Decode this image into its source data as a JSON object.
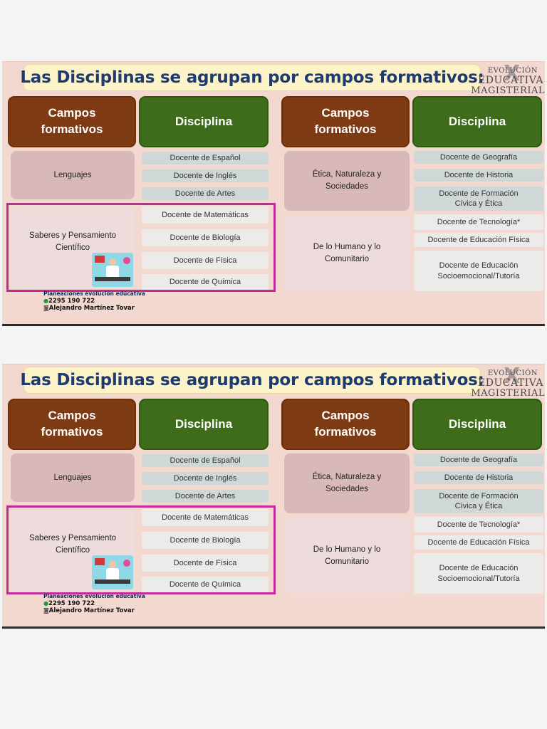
{
  "title": "Las Disciplinas se agrupan por campos formativos:",
  "logo": {
    "line1": "EVOLUCIÓN",
    "line2": "EDUCATIVA",
    "line3": "MAGISTERIAL",
    "mark": "X"
  },
  "headers": {
    "campos": "Campos formativos",
    "disciplina": "Disciplina"
  },
  "campos": {
    "lenguajes": "Lenguajes",
    "saberes": "Saberes y Pensamiento Científico",
    "etica": "Ética, Naturaleza y Sociedades",
    "humano": "De lo Humano y lo Comunitario"
  },
  "disciplinas": {
    "espanol": "Docente de Español",
    "ingles": "Docente de Inglés",
    "artes": "Docente de Artes",
    "matematicas": "Docente de Matemáticas",
    "biologia": "Docente de Biología",
    "fisica": "Docente de Física",
    "quimica": "Docente de Química",
    "geografia": "Docente de Geografía",
    "historia": "Docente de Historia",
    "formacion": "Docente de Formación Cívica y Ética",
    "tecnologia": "Docente de Tecnología*",
    "educacion_fisica": "Docente de Educación Física",
    "socioemocional": "Docente de Educación Socioemocional/Tutoría"
  },
  "credits": {
    "line1": "Planeaciones evolución educativa",
    "phone": "2295 190 722",
    "name": "Alejandro Martínez Tovar"
  },
  "icons": {
    "whatsapp": "whatsapp-icon",
    "instagram": "instagram-icon"
  },
  "colors": {
    "brown": "#7e3a12",
    "green": "#3e6c1a",
    "magenta": "#c02b96",
    "title": "#1e3a6e",
    "background": "#f2d8cf"
  }
}
